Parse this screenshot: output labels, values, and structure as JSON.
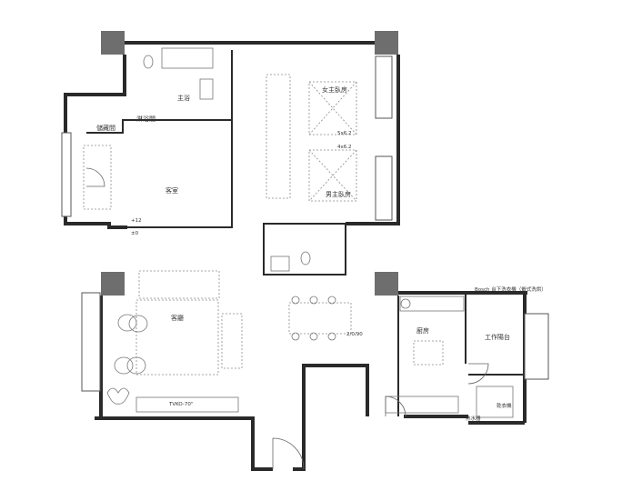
{
  "plan": {
    "colors": {
      "wall": "#2a2a2a",
      "column": "#6e6e6e",
      "fixture": "#777777",
      "dash": "#8a8a8a"
    },
    "rooms": {
      "master_bath": "主浴",
      "shower_room": "淋浴間",
      "storage": "儲藏間",
      "guest_room": "客室",
      "female_master_bedroom": "女主臥房",
      "male_master_bedroom": "男主臥房",
      "living_room": "客廳",
      "kitchen": "廚房",
      "work_balcony": "工作陽台",
      "dryer": "乾衣機",
      "water_heater": "熱水器"
    },
    "annotations": {
      "bed_size_1": "5x6.2",
      "bed_size_2": "4x6.2",
      "level_plus": "+12",
      "level_zero": "±0",
      "counter_height": "2/0/90",
      "tv_cabinet": "TVKO-70\"",
      "appliance_note": "Bosch 台下洗衣機（嵌式洗烘）"
    }
  }
}
